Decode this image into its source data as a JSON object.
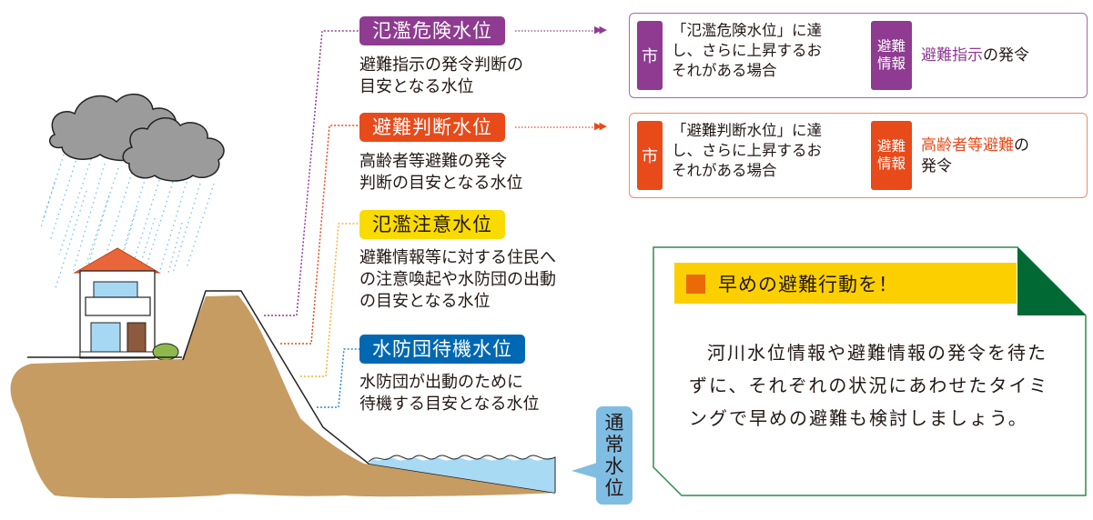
{
  "colors": {
    "purple": "#8e3b91",
    "red_orange": "#e84a1a",
    "yellow": "#fadb00",
    "blue": "#0068b2",
    "light_blue": "#7fbde3",
    "green": "#006934",
    "soil": "#c69c62",
    "note_title_bg": "#fcd000",
    "bullet": "#ea6a0a"
  },
  "levels": [
    {
      "label": "氾濫危険水位",
      "desc": [
        "避難指示の発令判断の",
        "目安となる水位"
      ],
      "color": "#8e3b91",
      "text_color": "#ffffff"
    },
    {
      "label": "避難判断水位",
      "desc": [
        "高齢者等避難の発令",
        "判断の目安となる水位"
      ],
      "color": "#e84a1a",
      "text_color": "#ffffff"
    },
    {
      "label": "氾濫注意水位",
      "desc": [
        "避難情報等に対する住民へ",
        "の注意喚起や水防団の出動",
        "の目安となる水位"
      ],
      "color": "#fadb00",
      "text_color": "#231815"
    },
    {
      "label": "水防団待機水位",
      "desc": [
        "水防団が出動のために",
        "待機する目安となる水位"
      ],
      "color": "#0068b2",
      "text_color": "#ffffff"
    }
  ],
  "alerts": [
    {
      "actor": "市",
      "condition": [
        "「氾濫危険水位」に達",
        "し、さらに上昇するお",
        "それがある場合"
      ],
      "info_label": [
        "避難",
        "情報"
      ],
      "result_highlight": "避難指示",
      "result_rest": "の発令",
      "color": "#8e3b91"
    },
    {
      "actor": "市",
      "condition": [
        "「避難判断水位」に達",
        "し、さらに上昇するお",
        "それがある場合"
      ],
      "info_label": [
        "避難",
        "情報"
      ],
      "result_highlight": "高齢者等避難",
      "result_rest": "の",
      "result_line2": "発令",
      "color": "#e84a1a"
    }
  ],
  "arrow_glyph": "▶▶",
  "note": {
    "title": "早めの避難行動を！",
    "body": "河川水位情報や避難情報の発令を待たずに、それぞれの状況にあわせたタイミングで早めの避難も検討しましょう。"
  },
  "normal_level_label": [
    "通",
    "常",
    "水",
    "位"
  ]
}
